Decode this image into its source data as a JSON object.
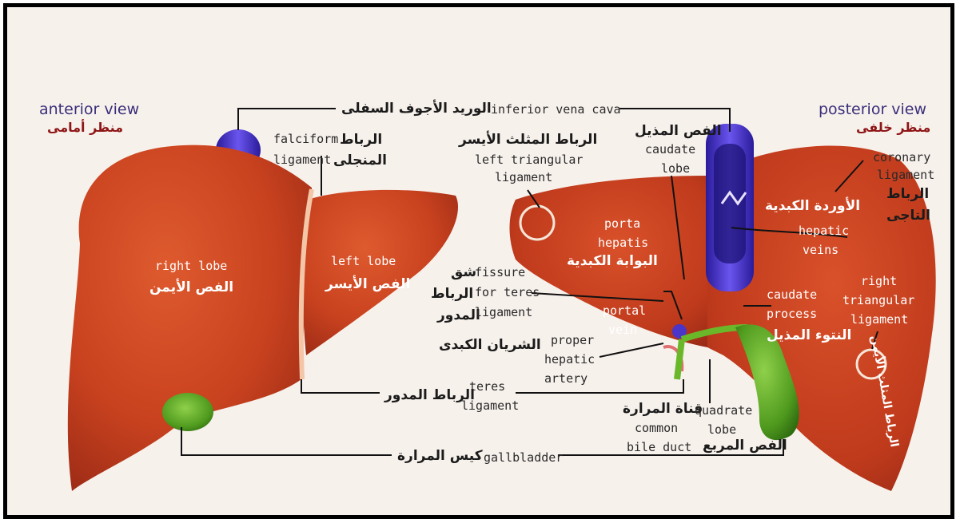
{
  "views": {
    "anterior": {
      "en": "anterior view",
      "ar": "منظر أمامى"
    },
    "posterior": {
      "en": "posterior view",
      "ar": "منظر خلفى"
    }
  },
  "labels": {
    "ivc": {
      "en": "inferior vena cava",
      "ar": "الوريد الأجوف السفلى"
    },
    "falciform": {
      "en1": "falciform",
      "en2": "ligament",
      "ar1": "الرباط",
      "ar2": "المنجلى"
    },
    "left_triangular": {
      "ar": "الرباط المثلث الأيسر",
      "en1": "left triangular",
      "en2": "ligament"
    },
    "caudate_lobe": {
      "ar": "الفص المذيل",
      "en1": "caudate",
      "en2": "lobe"
    },
    "coronary": {
      "en1": "coronary",
      "en2": "ligament",
      "ar1": "الرباط",
      "ar2": "التاجى"
    },
    "hepatic_veins": {
      "ar": "الأوردة الكبدية",
      "en1": "hepatic",
      "en2": "veins"
    },
    "right_lobe": {
      "en": "right lobe",
      "ar": "الفص الأيمن"
    },
    "left_lobe": {
      "en": "left lobe",
      "ar": "الفص الأيسر"
    },
    "porta_hepatis": {
      "en1": "porta",
      "en2": "hepatis",
      "ar": "البوابة الكبدية"
    },
    "fissure": {
      "ar1": "شق",
      "ar2": "الرباط",
      "ar3": "المدور",
      "en1": "fissure",
      "en2": "for teres",
      "en3": "ligament"
    },
    "portal_vein": {
      "en1": "portal",
      "en2": "vein"
    },
    "caudate_process": {
      "en1": "caudate",
      "en2": "process",
      "ar": "النتوء المذيل"
    },
    "right_triangular": {
      "en1": "right",
      "en2": "triangular",
      "en3": "ligament",
      "ar": "الرباط المثلث الأيمن"
    },
    "hepatic_artery": {
      "ar": "الشريان الكبدى",
      "en1": "proper",
      "en2": "hepatic",
      "en3": "artery"
    },
    "teres": {
      "ar": "الرباط المدور",
      "en1": "teres",
      "en2": "ligament"
    },
    "common_bile_duct": {
      "ar": "قناة المرارة",
      "en1": "common",
      "en2": "bile duct"
    },
    "quadrate_lobe": {
      "en1": "quadrate",
      "en2": "lobe",
      "ar": "الفص المربع"
    },
    "gallbladder": {
      "ar": "كيس المرارة",
      "en": "gallbladder"
    }
  },
  "colors": {
    "liver": "#c9421f",
    "liver_shade": "#a8321a",
    "vena_cava": "#4a35c8",
    "gallbladder": "#4f9a1e",
    "border": "#000000",
    "view_text": "#3a2f7a",
    "view_arabic": "#8e1515"
  }
}
